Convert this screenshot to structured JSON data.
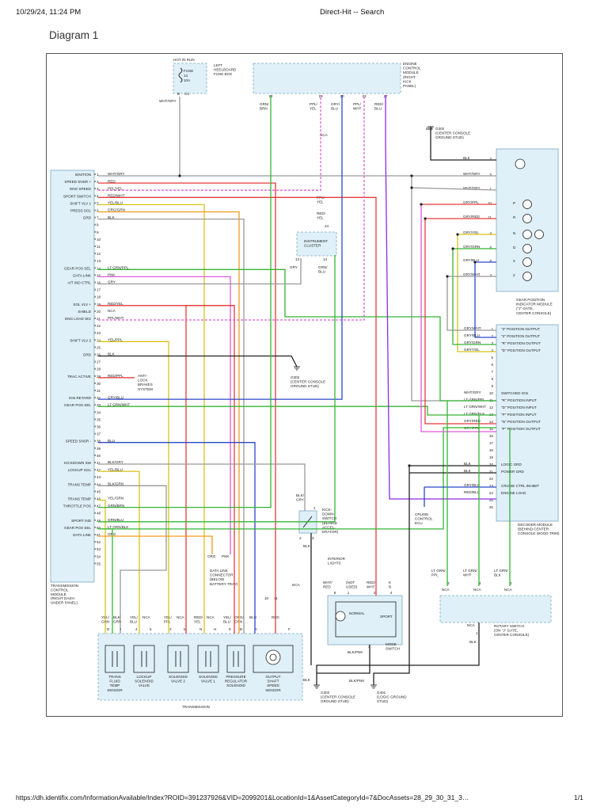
{
  "header": {
    "datetime": "10/29/24, 11:24 PM",
    "page_title": "Direct-Hit -- Search",
    "diagram_title": "Diagram 1"
  },
  "footer": {
    "url": "https://dh.identifix.com/InformationAvailable/Index?ROID=391237926&VID=2099201&LocationId=1&AssetCategoryId=7&DocAssets=28_29_30_31_3…",
    "page_count": "1/1"
  },
  "diagram": {
    "fuse": {
      "label_top": "HOT IN RUN",
      "name": "FUSE",
      "num": "14",
      "amps": "10A",
      "desc": [
        "LEFT",
        "HEELBOARD",
        "FUSE BOX"
      ],
      "pins": "B",
      "conn": "C1",
      "wire": "WHT/GRY"
    },
    "ecm": {
      "desc": [
        "ENGINE",
        "CONTROL",
        "MODULE",
        "(RIGHT",
        "KICK",
        "PANEL)"
      ],
      "pins": [
        {
          "n": "22",
          "c": "GRN/\nBRN"
        },
        {
          "n": "19",
          "c": "PPL/\nYEL"
        },
        {
          "n": "20",
          "c": "GRY/\nBLU"
        },
        {
          "n": "23",
          "c": "PPL/\nWHT"
        },
        {
          "n": "27",
          "c": "RED/\nBLU"
        }
      ]
    },
    "tcm": {
      "label": [
        "TRANSMISSION",
        "CONTROL",
        "MODULE",
        "(RIGHT DASH",
        "UNDER PANEL)"
      ],
      "pins": [
        {
          "n": "1",
          "f": "IGNITION",
          "w": "WHT/GRY"
        },
        {
          "n": "2",
          "f": "SPEED SNSR +",
          "w": "RED"
        },
        {
          "n": "3",
          "f": "ENG SPEED",
          "w": "PPL/YEL"
        },
        {
          "n": "4",
          "f": "SPORT SWITCH",
          "w": "RED/WHT"
        },
        {
          "n": "5",
          "f": "SHIFT VLV 1",
          "w": "YEL/BLU"
        },
        {
          "n": "6",
          "f": "PRESS SOL",
          "w": "ORG/GRN"
        },
        {
          "n": "7",
          "f": "GRD",
          "w": "BLK"
        },
        {
          "n": "8",
          "f": "",
          "w": ""
        },
        {
          "n": "9",
          "f": "",
          "w": ""
        },
        {
          "n": "10",
          "f": "",
          "w": ""
        },
        {
          "n": "11",
          "f": "",
          "w": ""
        },
        {
          "n": "12",
          "f": "",
          "w": ""
        },
        {
          "n": "13",
          "f": "",
          "w": ""
        },
        {
          "n": "14",
          "f": "GEAR POS SEL",
          "w": "LT GRN/PPL"
        },
        {
          "n": "15",
          "f": "DATA LINK",
          "w": "PNK"
        },
        {
          "n": "16",
          "f": "A/T IND CTRL",
          "w": "GRY"
        },
        {
          "n": "17",
          "f": "",
          "w": ""
        },
        {
          "n": "18",
          "f": "",
          "w": ""
        },
        {
          "n": "19",
          "f": "SOL VLV +",
          "w": "RED/YEL"
        },
        {
          "n": "20",
          "f": "SHIELD",
          "w": "NCA"
        },
        {
          "n": "21",
          "f": "ENG LOAD SIG",
          "w": "PPL/WHT"
        },
        {
          "n": "22",
          "f": "",
          "w": ""
        },
        {
          "n": "23",
          "f": "",
          "w": ""
        },
        {
          "n": "24",
          "f": "SHIFT VLV 2",
          "w": "YEL/PPL"
        },
        {
          "n": "25",
          "f": "",
          "w": ""
        },
        {
          "n": "26",
          "f": "GRD",
          "w": "BLK"
        },
        {
          "n": "27",
          "f": "",
          "w": ""
        },
        {
          "n": "28",
          "f": "",
          "w": ""
        },
        {
          "n": "29",
          "f": "TRAC ACTIVE",
          "w": "RED/PPL"
        },
        {
          "n": "30",
          "f": "",
          "w": ""
        },
        {
          "n": "31",
          "f": "",
          "w": ""
        },
        {
          "n": "32",
          "f": "IGN RETARD",
          "w": "GRY/BLU"
        },
        {
          "n": "33",
          "f": "GEAR POS SEL",
          "w": "LT GRN/WHT"
        },
        {
          "n": "34",
          "f": "",
          "w": ""
        },
        {
          "n": "35",
          "f": "",
          "w": ""
        },
        {
          "n": "36",
          "f": "",
          "w": ""
        },
        {
          "n": "37",
          "f": "",
          "w": ""
        },
        {
          "n": "38",
          "f": "SPEED SNSR -",
          "w": "BLU"
        },
        {
          "n": "39",
          "f": "",
          "w": ""
        },
        {
          "n": "40",
          "f": "",
          "w": ""
        },
        {
          "n": "41",
          "f": "KICKDOWN SW",
          "w": "BLK/GRY"
        },
        {
          "n": "42",
          "f": "LOCKUP SOL",
          "w": "YEL/BLU"
        },
        {
          "n": "43",
          "f": "",
          "w": ""
        },
        {
          "n": "44",
          "f": "TRANS TEMP",
          "w": "BLK/GRN"
        },
        {
          "n": "45",
          "f": "",
          "w": ""
        },
        {
          "n": "46",
          "f": "TRANS TEMP",
          "w": "YEL/GRN"
        },
        {
          "n": "47",
          "f": "THROTTLE POS",
          "w": "GRN/BRN"
        },
        {
          "n": "48",
          "f": "",
          "w": ""
        },
        {
          "n": "49",
          "f": "SPORT IND",
          "w": "GRN/BLU"
        },
        {
          "n": "50",
          "f": "GEAR POS SEL",
          "w": "LT GRN/BLK"
        },
        {
          "n": "51",
          "f": "DATA LINK",
          "w": "ORG"
        },
        {
          "n": "52",
          "f": "",
          "w": ""
        },
        {
          "n": "53",
          "f": "",
          "w": ""
        },
        {
          "n": "54",
          "f": "",
          "w": ""
        },
        {
          "n": "55",
          "f": "",
          "w": ""
        }
      ]
    },
    "g302_top": {
      "pin": "BLK",
      "label": [
        "G302",
        "(CENTER CONSOLE",
        "GROUND STUD)"
      ]
    },
    "g302_mid": {
      "label": [
        "G302",
        "(CENTER CONSOLE",
        "GROUND STUD)"
      ]
    },
    "g302_bot": {
      "label": [
        "G302",
        "(CENTER CONSOLE",
        "GROUND STUD)"
      ]
    },
    "g401": {
      "label": [
        "G401",
        "(LOGIC GROUND",
        "STUD)"
      ]
    },
    "abs": {
      "label": [
        "ANTI-",
        "LOCK",
        "BRAKES",
        "SYSTEM"
      ]
    },
    "cluster": {
      "label": [
        "INSTRUMENT",
        "CLUSTER"
      ],
      "p24": "24",
      "p13": "13",
      "p14": "14",
      "w_top": "PPL/\nYEL",
      "w_top2": "RED/\nYEL",
      "w_13": "GRY",
      "w_14": "GRN/\nBLU",
      "nca": "NCA"
    },
    "gpim": {
      "label": [
        "GEAR POSITION",
        "INDICATOR MODULE",
        "(\"J\" GATE,",
        "CENTER CONSOLE)"
      ],
      "pins": [
        {
          "n": "7",
          "w": "BLK"
        },
        {
          "n": "5",
          "w": "WHT/GRY"
        },
        {
          "n": "1",
          "w": "WHT/GRY"
        },
        {
          "n": "10",
          "w": "GRY/PPL"
        },
        {
          "n": "11",
          "w": "GRY/RED"
        },
        {
          "n": "4",
          "w": "GRY/YEL"
        },
        {
          "n": "6",
          "w": "GRY/GRN"
        },
        {
          "n": "8",
          "w": "GRY/BLU"
        },
        {
          "n": "3",
          "w": "GRY/WHT"
        }
      ],
      "pos": [
        "P",
        "R",
        "N",
        "D",
        "3",
        "2"
      ]
    },
    "decoder": {
      "label": [
        "DECODER MODULE",
        "(BEHIND CENTER",
        "CONSOLE WOOD TRIM)"
      ],
      "pins": [
        {
          "n": "1",
          "w": "GRY/WHT",
          "f": "\"3\" POSITION OUTPUT"
        },
        {
          "n": "2",
          "w": "GRY/BLU",
          "f": "\"2\" POSITION OUTPUT"
        },
        {
          "n": "3",
          "w": "GRY/GRN",
          "f": "\"R\" POSITION OUTPUT"
        },
        {
          "n": "4",
          "w": "GRY/YEL",
          "f": "\"D\" POSITION OUTPUT"
        },
        {
          "n": "5",
          "w": "",
          "f": ""
        },
        {
          "n": "6",
          "w": "",
          "f": ""
        },
        {
          "n": "7",
          "w": "",
          "f": ""
        },
        {
          "n": "8",
          "w": "",
          "f": ""
        },
        {
          "n": "9",
          "w": "",
          "f": ""
        },
        {
          "n": "10",
          "w": "WHT/GRY",
          "f": "SWITCHED IGN"
        },
        {
          "n": "11",
          "w": "LT GRN/PPL",
          "f": "\"R\" POSITION INPUT"
        },
        {
          "n": "12",
          "w": "LT GRN/WHT",
          "f": "\"D\" POSITION INPUT"
        },
        {
          "n": "13",
          "w": "LT GRN/BLK",
          "f": "\"P\" POSITION INPUT"
        },
        {
          "n": "14",
          "w": "GRY/RED",
          "f": "\"N\" POSITION OUTPUT"
        },
        {
          "n": "15",
          "w": "GRY/PPL",
          "f": "\"P\" POSITION OUTPUT"
        },
        {
          "n": "16",
          "w": "",
          "f": ""
        },
        {
          "n": "17",
          "w": "",
          "f": ""
        },
        {
          "n": "18",
          "w": "",
          "f": ""
        },
        {
          "n": "19",
          "w": "",
          "f": ""
        },
        {
          "n": "20",
          "w": "BLK",
          "f": "LOGIC GRD"
        },
        {
          "n": "21",
          "w": "BLK",
          "f": "POWER GRD"
        },
        {
          "n": "22",
          "w": "",
          "f": ""
        },
        {
          "n": "23",
          "w": "GRY/BLU",
          "f": "CRUISE CTRL INHIBIT"
        },
        {
          "n": "24",
          "w": "RED/BLU",
          "f": "ENGINE LOAD"
        },
        {
          "n": "25",
          "w": "",
          "f": ""
        },
        {
          "n": "26",
          "w": "",
          "f": ""
        }
      ]
    },
    "cruise": {
      "label": [
        "CRUISE",
        "CONTROL",
        "ECU"
      ]
    },
    "kickdown": {
      "label": [
        "KICK-",
        "DOWN",
        "SWITCH",
        "(BEHIND",
        "ACCEL-",
        "ERATOR)"
      ],
      "w": "BLK/\nGRY",
      "p1": "1",
      "p2": "2",
      "p3": "3",
      "gnd": "BLK"
    },
    "dlc": {
      "label": [
        "DATA LINK",
        "CONNECTOR",
        "(BELOW",
        "BATTERY TRAY)"
      ],
      "w1": "ORG",
      "w2": "PNK"
    },
    "mode_switch": {
      "label": [
        "MODE",
        "SWITCH"
      ],
      "lights": [
        "INTERIOR",
        "LIGHTS"
      ],
      "normal": "NORMAL",
      "sport": "SPORT",
      "w1": "WHT/\nRED",
      "w2": "(NOT\nUSED)",
      "w3": "RED/\nWHT",
      "w4": "K\nB",
      "p": [
        "6",
        "1",
        "2",
        "4"
      ],
      "p3": "3",
      "gnd": "BLK/PNK"
    },
    "rotary": {
      "label": [
        "ROTARY SWITCH",
        "(ON \"J\" GATE,",
        "CENTER CONSOLE)"
      ],
      "w": [
        "LT GRN/\nPPL",
        "LT GRN/\nWHT",
        "LT GRN/\nBLK"
      ],
      "p": [
        "3",
        "4",
        "2"
      ],
      "nca": "NCA",
      "p1": "1",
      "gnd": "BLK"
    },
    "transmission": {
      "label": "TRANSMISSION",
      "comps": [
        {
          "name": [
            "TRANS",
            "FLUID",
            "TEMP",
            "SENSOR"
          ],
          "w": [
            "YEL/\nGRN",
            "BLK/\nGRN"
          ],
          "p": [
            "D",
            "J"
          ]
        },
        {
          "name": [
            "LOCKUP",
            "SOLENOID",
            "VALVE"
          ],
          "w": [
            "YEL/\nBLU",
            "NCA"
          ],
          "p": [
            "4",
            "5"
          ]
        },
        {
          "name": [
            "SOLENOID",
            "VALVE 2"
          ],
          "w": [
            "YEL/\nPPL",
            "NCA"
          ],
          "p": [
            "3",
            "M"
          ]
        },
        {
          "name": [
            "SOLENOID",
            "VALVE 1"
          ],
          "w": [
            "RED/\nYEL",
            "NCA"
          ],
          "p": [
            "N",
            "H"
          ]
        },
        {
          "name": [
            "PRESSURE",
            "REGULATOR",
            "SOLENOID"
          ],
          "w": [
            "YEL/\nBLU",
            "ORG/\nGRN"
          ],
          "p": [
            "9",
            "B"
          ]
        },
        {
          "name": [
            "OUTPUT",
            "SHAFT",
            "SPEED",
            "SENSOR"
          ],
          "w": [
            "BLU",
            "RED"
          ],
          "p": [
            "A",
            "F"
          ]
        }
      ],
      "nca": "NCA",
      "shield": [
        "10",
        "11"
      ]
    }
  },
  "colors": {
    "red": "#e53b3b",
    "pink": "#e05ad8",
    "yellow": "#d7c21a",
    "orange": "#f39a1e",
    "green": "#34b534",
    "blue": "#2b46c9",
    "gray": "#999999",
    "black": "#222222",
    "box": "#dff0f8"
  }
}
